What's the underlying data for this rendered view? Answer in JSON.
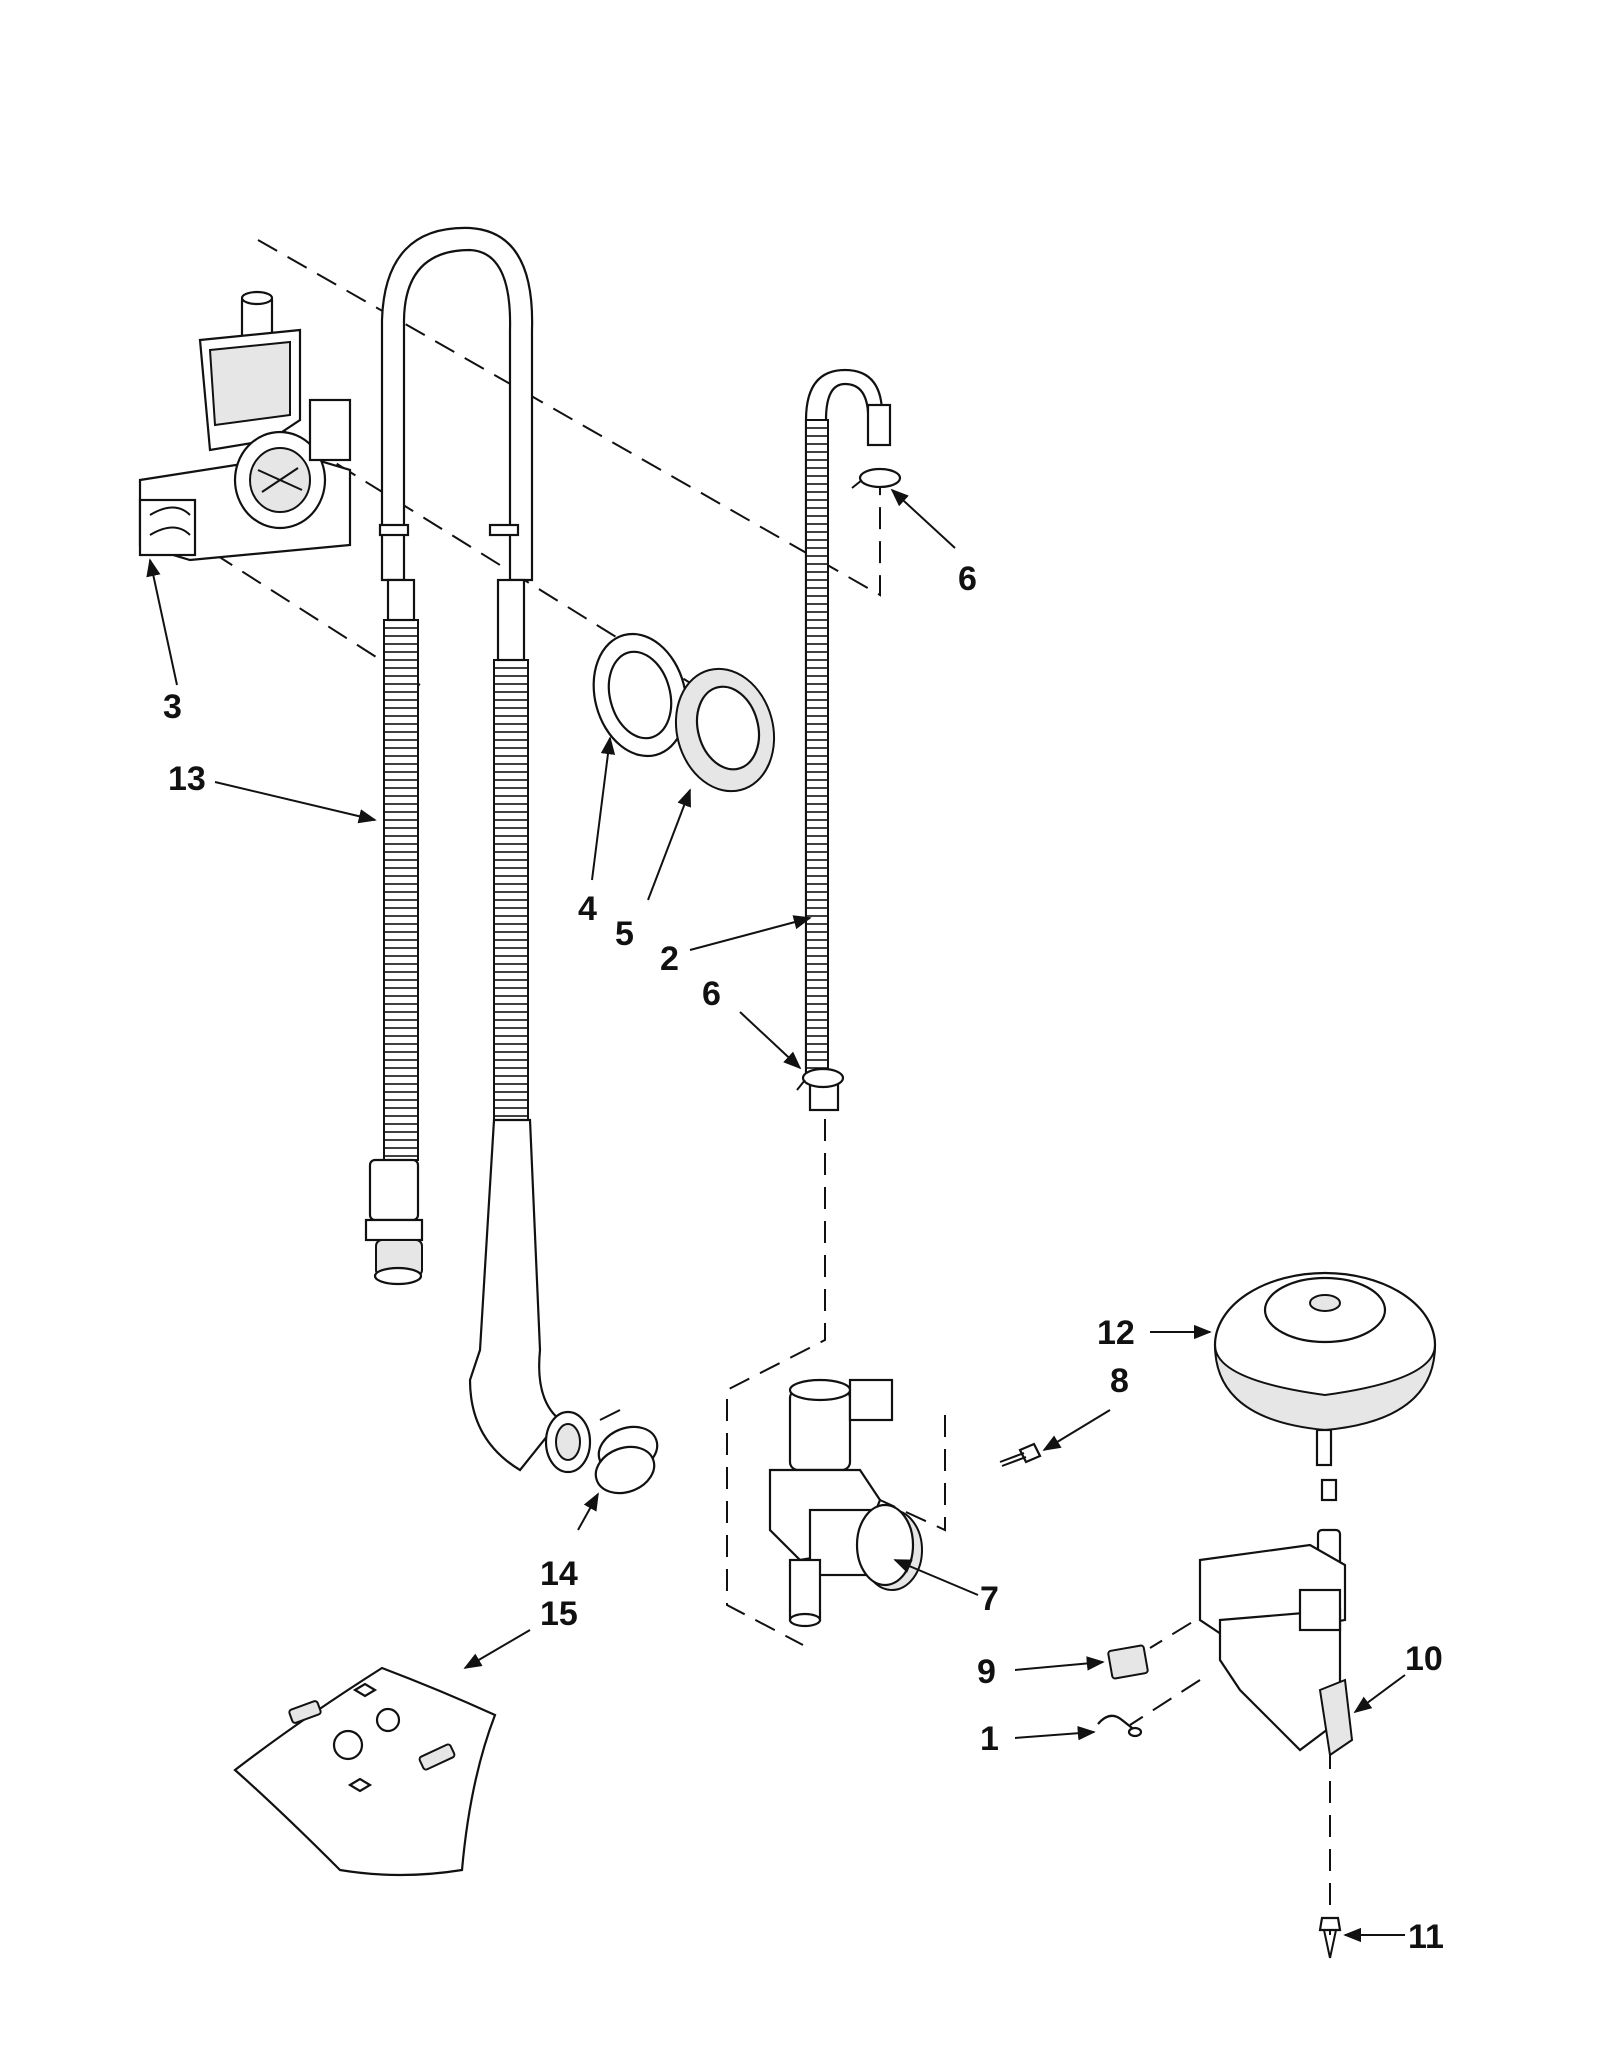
{
  "labels": {
    "p1": "1",
    "p2": "2",
    "p3": "3",
    "p4": "4",
    "p5": "5",
    "p6a": "6",
    "p6b": "6",
    "p7": "7",
    "p8": "8",
    "p9": "9",
    "p10": "10",
    "p11": "11",
    "p12": "12",
    "p13": "13",
    "p14": "14",
    "p15": "15"
  }
}
